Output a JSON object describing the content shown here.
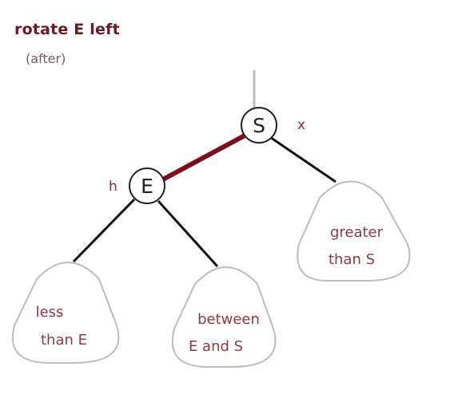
{
  "title": "rotate E left",
  "subtitle": "(after)",
  "nodes": {
    "s": {
      "letter": "S",
      "label": "x"
    },
    "e": {
      "letter": "E",
      "label": "h"
    }
  },
  "subtrees": {
    "greater": {
      "line1": "greater",
      "line2": "than S"
    },
    "less": {
      "line1": "less",
      "line2": "than E"
    },
    "between": {
      "line1": "between",
      "line2": "E and S"
    }
  },
  "colors": {
    "title": "#6b1a24",
    "red_link": "#7a0f1c",
    "black_link": "#111111",
    "parent_link": "#bdbdbd",
    "blob_stroke": "#bcbcbc",
    "subtree_text": "#8a3a3f"
  }
}
